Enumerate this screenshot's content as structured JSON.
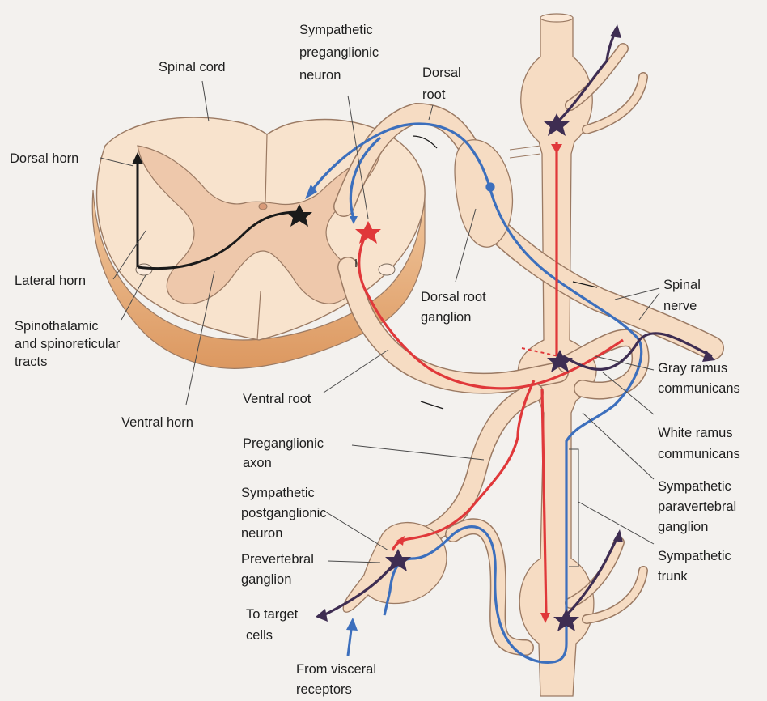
{
  "labels": {
    "spinal_cord": "Spinal cord",
    "symp_pre_neuron": [
      "Sympathetic",
      "preganglionic",
      "neuron"
    ],
    "dorsal_root": [
      "Dorsal",
      "root"
    ],
    "dorsal_horn": "Dorsal horn",
    "lateral_horn": "Lateral horn",
    "spinothalamic": [
      "Spinothalamic",
      "and spinoreticular",
      "tracts"
    ],
    "ventral_horn": "Ventral horn",
    "ventral_root": "Ventral root",
    "drg": [
      "Dorsal root",
      "ganglion"
    ],
    "spinal_nerve": [
      "Spinal",
      "nerve"
    ],
    "gray_ramus": [
      "Gray ramus",
      "communicans"
    ],
    "white_ramus": [
      "White ramus",
      "communicans"
    ],
    "paravertebral": [
      "Sympathetic",
      "paravertebral",
      "ganglion"
    ],
    "trunk": [
      "Sympathetic",
      "trunk"
    ],
    "pre_axon": [
      "Preganglionic",
      "axon"
    ],
    "postgang": [
      "Sympathetic",
      "postganglionic",
      "neuron"
    ],
    "prevertebral": [
      "Prevertebral",
      "ganglion"
    ],
    "target": [
      "To target",
      "cells"
    ],
    "visceral": [
      "From visceral",
      "receptors"
    ]
  },
  "colors": {
    "background": "#f3f1ee",
    "tissue": "#f5d9bc",
    "tissue_light": "#f9e6d2",
    "tissue_outline": "#9b7a63",
    "gray_matter": "#ecc6a8",
    "cord_side": "#e6a56c",
    "sympathetic_red": "#e0383a",
    "sensory_blue": "#3c6fbd",
    "postganglionic_dark": "#3e2d52",
    "black": "#1a1a1a"
  }
}
